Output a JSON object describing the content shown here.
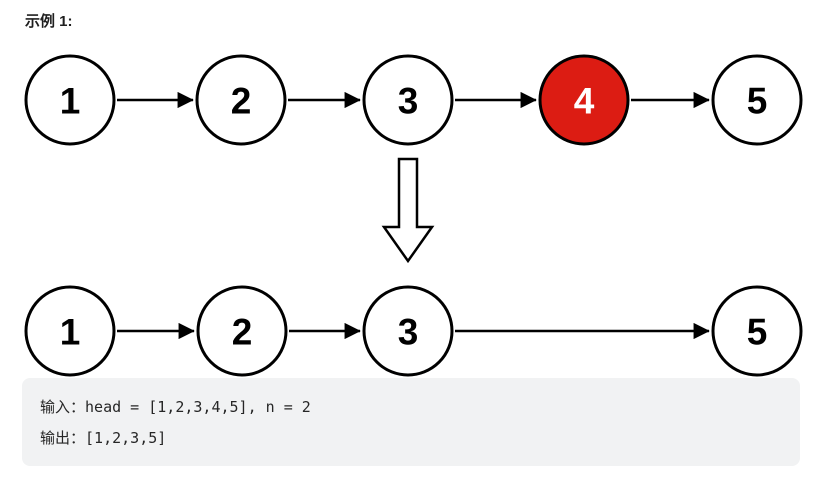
{
  "title": "示例 1:",
  "colors": {
    "highlight_fill": "#dc1c13",
    "node_fill": "#ffffff",
    "node_stroke": "#000000",
    "arrow_color": "#000000",
    "highlight_text": "#ffffff",
    "node_text": "#000000",
    "codebox_bg": "#f1f2f3",
    "code_text": "#262626"
  },
  "diagram": {
    "before": {
      "nodes": [
        {
          "label": "1",
          "highlighted": false
        },
        {
          "label": "2",
          "highlighted": false
        },
        {
          "label": "3",
          "highlighted": false
        },
        {
          "label": "4",
          "highlighted": true
        },
        {
          "label": "5",
          "highlighted": false
        }
      ]
    },
    "transform_arrow": "down-arrow",
    "after": {
      "nodes": [
        {
          "label": "1",
          "highlighted": false
        },
        {
          "label": "2",
          "highlighted": false
        },
        {
          "label": "3",
          "highlighted": false
        },
        {
          "label": "5",
          "highlighted": false
        }
      ]
    }
  },
  "example": {
    "input_label": "输入：",
    "input_value": "head = [1,2,3,4,5], n = 2",
    "output_label": "输出：",
    "output_value": "[1,2,3,5]"
  }
}
